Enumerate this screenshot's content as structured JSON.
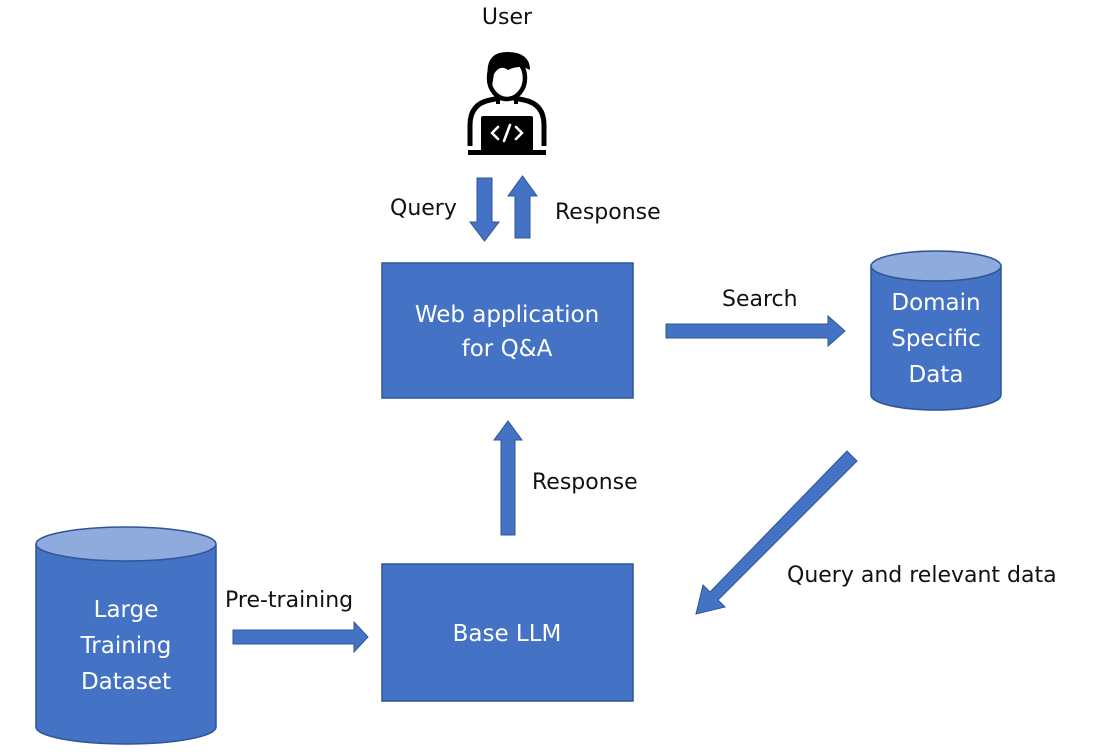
{
  "colors": {
    "shape_fill": "#4472c4",
    "shape_stroke": "#2f5597",
    "cylinder_top": "#8faadc",
    "text_on_shape": "#ffffff",
    "text": "#111111",
    "icon": "#000000"
  },
  "nodes": {
    "user": {
      "label": "User",
      "icon": "user-laptop-code-icon"
    },
    "web_app": {
      "lines": [
        "Web application",
        "for Q&A"
      ]
    },
    "domain_data": {
      "lines": [
        "Domain",
        "Specific",
        "Data"
      ]
    },
    "base_llm": {
      "lines": [
        "Base LLM"
      ]
    },
    "training_dataset": {
      "lines": [
        "Large",
        "Training",
        "Dataset"
      ]
    }
  },
  "edges": {
    "query": {
      "label": "Query",
      "from": "User",
      "to": "Web application for Q&A"
    },
    "response_top": {
      "label": "Response",
      "from": "Web application for Q&A",
      "to": "User"
    },
    "search": {
      "label": "Search",
      "from": "Web application for Q&A",
      "to": "Domain Specific Data"
    },
    "query_relevant": {
      "label": "Query and relevant data",
      "from": "Domain Specific Data",
      "to": "Base LLM"
    },
    "response_llm": {
      "label": "Response",
      "from": "Base LLM",
      "to": "Web application for Q&A"
    },
    "pretraining": {
      "label": "Pre-training",
      "from": "Large Training Dataset",
      "to": "Base LLM"
    }
  }
}
